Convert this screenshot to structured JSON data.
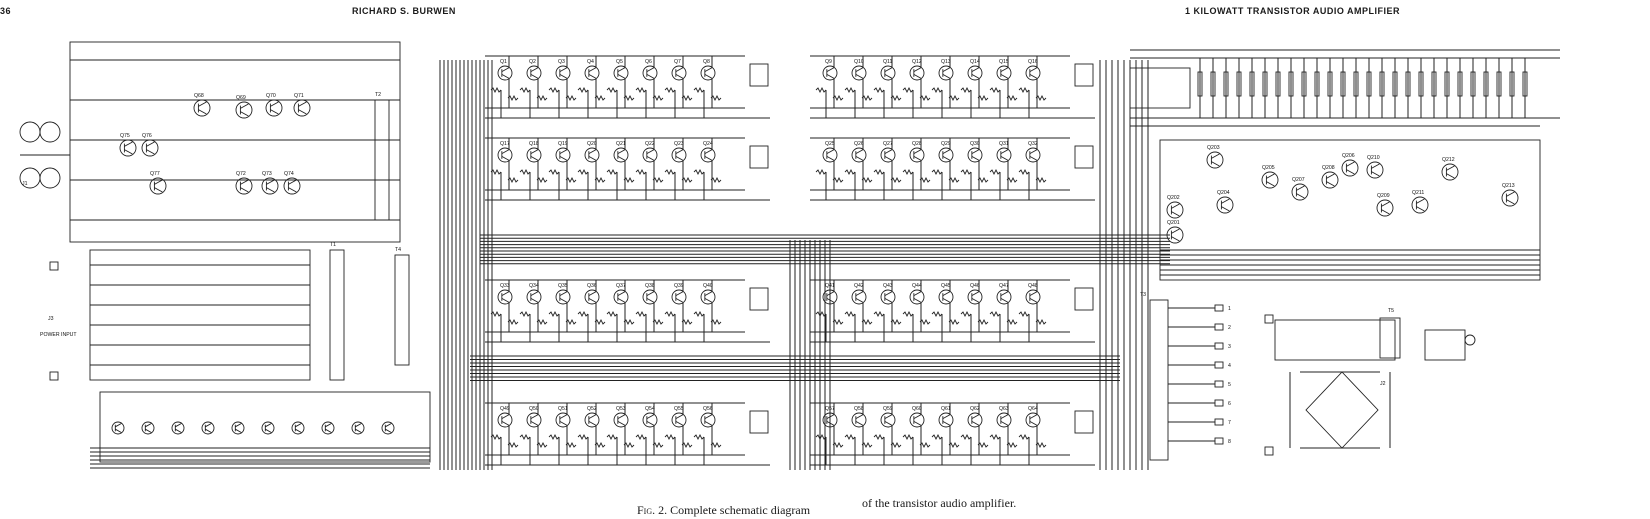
{
  "header": {
    "page_number": "36",
    "author": "RICHARD S. BURWEN",
    "title": "1 KILOWATT TRANSISTOR AUDIO AMPLIFIER"
  },
  "caption": {
    "left_label": "Fig. 2.",
    "left_text": "Complete schematic diagram",
    "right_text": "of the transistor audio amplifier."
  },
  "schematic": {
    "legible_labels": [
      "J1",
      "J2",
      "J3",
      "T1",
      "T2",
      "T3",
      "T4",
      "T5",
      "POWER INPUT"
    ],
    "driver_transistors": [
      "Q68",
      "Q69",
      "Q70",
      "Q71",
      "Q72",
      "Q73",
      "Q74",
      "Q75",
      "Q76",
      "Q77"
    ],
    "bridge_transistors": [
      "Q201",
      "Q202",
      "Q203",
      "Q204",
      "Q205",
      "Q206",
      "Q207",
      "Q208",
      "Q209",
      "Q210",
      "Q211",
      "Q212",
      "Q213"
    ],
    "output_rows": [
      [
        "Q1",
        "Q2",
        "Q3",
        "Q4",
        "Q5",
        "Q6",
        "Q7",
        "Q8"
      ],
      [
        "Q17",
        "Q18",
        "Q19",
        "Q20",
        "Q21",
        "Q22",
        "Q23",
        "Q24"
      ],
      [
        "Q33",
        "Q34",
        "Q35",
        "Q36",
        "Q37",
        "Q38",
        "Q39",
        "Q40"
      ],
      [
        "Q49",
        "Q50",
        "Q51",
        "Q52",
        "Q53",
        "Q54",
        "Q55",
        "Q56"
      ],
      [
        "Q9",
        "Q10",
        "Q11",
        "Q12",
        "Q13",
        "Q14",
        "Q15",
        "Q16"
      ],
      [
        "Q25",
        "Q26",
        "Q27",
        "Q28",
        "Q29",
        "Q30",
        "Q31",
        "Q32"
      ],
      [
        "Q41",
        "Q42",
        "Q43",
        "Q44",
        "Q45",
        "Q46",
        "Q47",
        "Q48"
      ],
      [
        "Q57",
        "Q58",
        "Q59",
        "Q60",
        "Q61",
        "Q62",
        "Q63",
        "Q64"
      ]
    ]
  }
}
